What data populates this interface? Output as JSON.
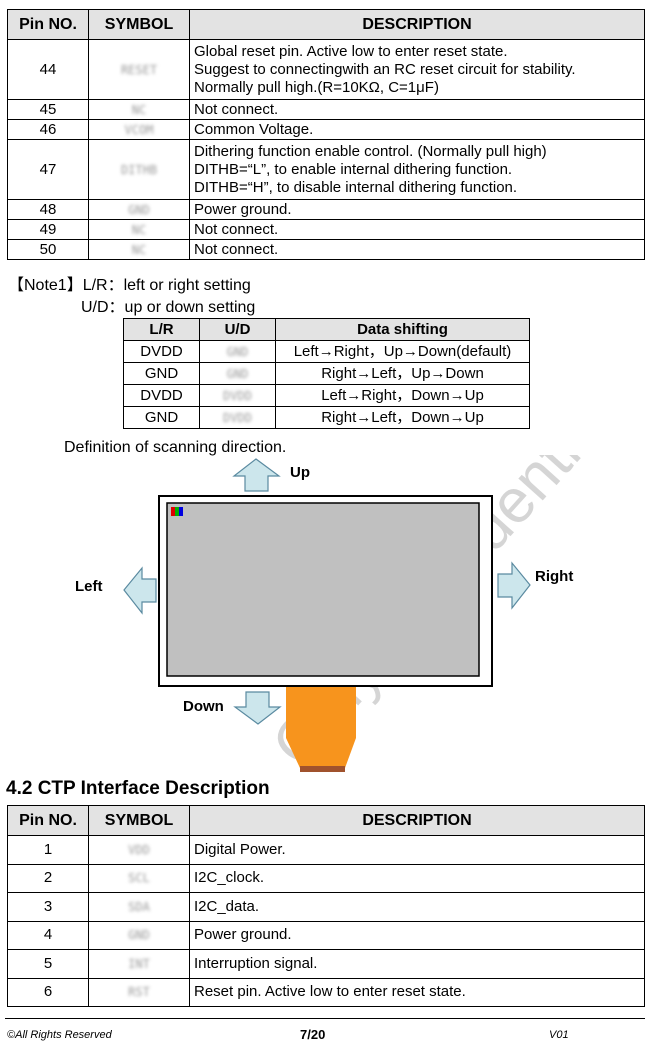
{
  "pin_table": {
    "headers": [
      "Pin NO.",
      "SYMBOL",
      "DESCRIPTION"
    ],
    "rows": [
      {
        "pin": "44",
        "symbol": "RESET",
        "desc": [
          "Global reset pin. Active low to enter reset state.",
          "Suggest to connectingwith an RC reset circuit for stability.",
          "Normally pull high.(R=10KΩ, C=1μF)"
        ]
      },
      {
        "pin": "45",
        "symbol": "NC",
        "desc": [
          "Not connect."
        ]
      },
      {
        "pin": "46",
        "symbol": "VCOM",
        "desc": [
          "Common Voltage."
        ]
      },
      {
        "pin": "47",
        "symbol": "DITHB",
        "desc": [
          "Dithering function enable control. (Normally pull high)",
          "DITHB=“L”, to enable internal dithering function.",
          "DITHB=“H”, to disable internal dithering function."
        ]
      },
      {
        "pin": "48",
        "symbol": "GND",
        "desc": [
          "Power ground."
        ]
      },
      {
        "pin": "49",
        "symbol": "NC",
        "desc": [
          "Not connect."
        ]
      },
      {
        "pin": "50",
        "symbol": "NC",
        "desc": [
          "Not connect."
        ]
      }
    ]
  },
  "note": {
    "line1": "【Note1】L/R：left or right setting",
    "line2": "U/D：up or down setting"
  },
  "shift_table": {
    "headers": [
      "L/R",
      "U/D",
      "Data shifting"
    ],
    "rows": [
      {
        "lr": "DVDD",
        "ud": "GND",
        "shift": "Left→Right，Up→Down(default)"
      },
      {
        "lr": "GND",
        "ud": "GND",
        "shift": "Right→Left，Up→Down"
      },
      {
        "lr": "DVDD",
        "ud": "DVDD",
        "shift": "Left→Right，Down→Up"
      },
      {
        "lr": "GND",
        "ud": "DVDD",
        "shift": "Right→Left，Down→Up"
      }
    ]
  },
  "scan": {
    "title": "Definition of scanning direction.",
    "up": "Up",
    "down": "Down",
    "left": "Left",
    "right": "Right",
    "watermark": "Only Confidential",
    "colors": {
      "arrow_fill": "#cce6ec",
      "arrow_stroke": "#5a8aa0",
      "screen": "#c0c0c0",
      "fpc": "#f7941d",
      "fpc_tip": "#a0522d"
    }
  },
  "ctp": {
    "section_title": "4.2 CTP Interface Description",
    "headers": [
      "Pin NO.",
      "SYMBOL",
      "DESCRIPTION"
    ],
    "rows": [
      {
        "pin": "1",
        "symbol": "VDD",
        "desc": "Digital Power."
      },
      {
        "pin": "2",
        "symbol": "SCL",
        "desc": "I2C_clock."
      },
      {
        "pin": "3",
        "symbol": "SDA",
        "desc": "I2C_data."
      },
      {
        "pin": "4",
        "symbol": "GND",
        "desc": "Power ground."
      },
      {
        "pin": "5",
        "symbol": "INT",
        "desc": "Interruption signal."
      },
      {
        "pin": "6",
        "symbol": "RST",
        "desc": "Reset pin. Active low to enter reset state."
      }
    ]
  },
  "footer": {
    "rights": "©All Rights Reserved",
    "page": "7/20",
    "version": "V01"
  }
}
